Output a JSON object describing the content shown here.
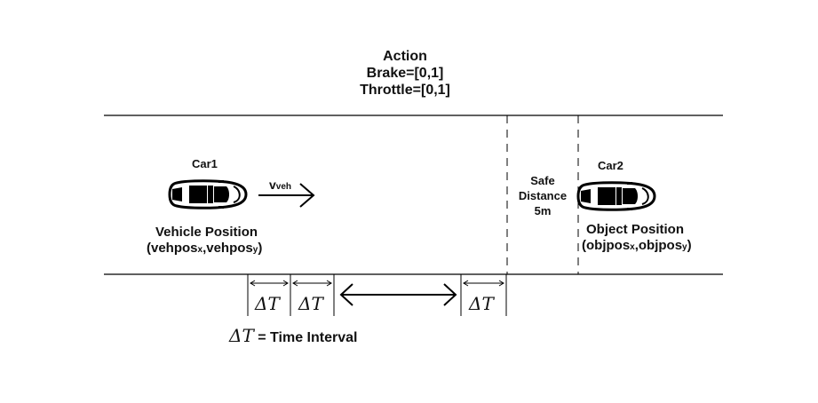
{
  "action": {
    "title": "Action",
    "brake": "Brake=[0,1]",
    "throttle": "Throttle=[0,1]"
  },
  "car1": {
    "label": "Car1",
    "position_label": "Vehicle Position",
    "position_coords": {
      "open": "(vehpos",
      "sub_x": "x",
      "sep": ",vehpos",
      "sub_y": "y",
      "close": ")"
    }
  },
  "velocity": {
    "main": "v",
    "sub": "veh"
  },
  "safe_distance": {
    "line1": "Safe",
    "line2": "Distance",
    "line3": "5m"
  },
  "car2": {
    "label": "Car2",
    "position_label": "Object Position",
    "position_coords": {
      "open": "(objpos",
      "sub_x": "x",
      "sep": ",objpos",
      "sub_y": "y",
      "close": ")"
    }
  },
  "time_interval": {
    "symbol": "ΔT",
    "legend": "= Time Interval"
  },
  "colors": {
    "line": "#000000",
    "car_body": "#ffffff",
    "car_window": "#000000"
  }
}
